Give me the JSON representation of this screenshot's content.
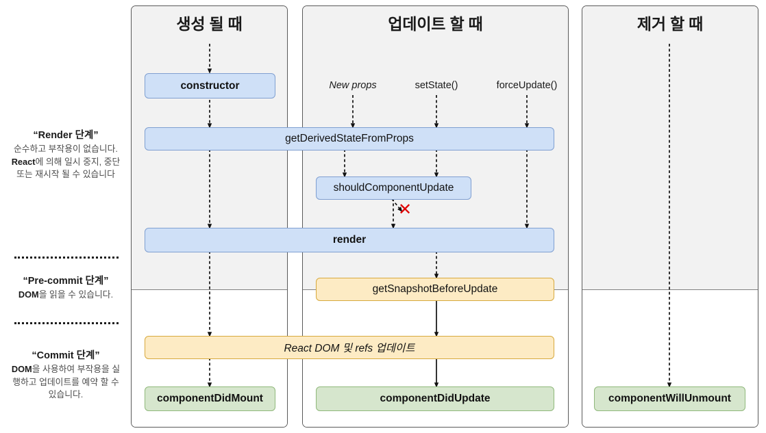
{
  "diagram": {
    "title": "React Lifecycle Methods Diagram (Korean)",
    "background": "#ffffff",
    "colors": {
      "render_phase_blue_fill": "#cfe0f7",
      "render_phase_blue_border": "#7f9fd1",
      "commit_phase_orange_fill": "#fdebc4",
      "commit_phase_orange_border": "#d7a93d",
      "commit_phase_green_fill": "#d6e6cd",
      "commit_phase_green_border": "#8fb87a",
      "column_top_fill": "#f2f2f2",
      "column_bottom_fill": "#ffffff",
      "column_border": "#595959",
      "abort_marker": "#e00000"
    }
  },
  "columns": [
    {
      "id": "mounting",
      "title": "생성 될 때"
    },
    {
      "id": "updating",
      "title": "업데이트 할 때"
    },
    {
      "id": "unmounting",
      "title": "제거 할 때"
    }
  ],
  "phases": [
    {
      "id": "render",
      "title": "“Render 단계”",
      "description_lead": "순수하고 부작용이 없습니다. ",
      "description_strong": "React",
      "description_tail": "에 의해 일시 중지, 중단 또는 재시작 될 수 있습니다"
    },
    {
      "id": "pre-commit",
      "title": "“Pre-commit 단계”",
      "description_strong": "DOM",
      "description_tail": "을 읽을 수 있습니다."
    },
    {
      "id": "commit",
      "title": "“Commit 단계”",
      "description_strong": "DOM",
      "description_tail": "을 사용하여 부작용을 실행하고 업데이트를 예약 할 수 있습니다."
    }
  ],
  "triggers": [
    {
      "id": "new-props",
      "label": "New props",
      "style": "italic"
    },
    {
      "id": "set-state",
      "label": "setState()",
      "style": "normal"
    },
    {
      "id": "force-update",
      "label": "forceUpdate()",
      "style": "normal"
    }
  ],
  "nodes": [
    {
      "id": "constructor",
      "label": "constructor",
      "color": "blue",
      "weight": "bold"
    },
    {
      "id": "get-derived-state-from-props",
      "label": "getDerivedStateFromProps",
      "color": "blue",
      "weight": "normal"
    },
    {
      "id": "should-component-update",
      "label": "shouldComponentUpdate",
      "color": "blue",
      "weight": "normal"
    },
    {
      "id": "render",
      "label": "render",
      "color": "blue",
      "weight": "bold"
    },
    {
      "id": "get-snapshot-before-update",
      "label": "getSnapshotBeforeUpdate",
      "color": "orange",
      "weight": "normal"
    },
    {
      "id": "react-dom-refs-update",
      "label": "React DOM 및 refs 업데이트",
      "color": "orange",
      "weight": "italic"
    },
    {
      "id": "component-did-mount",
      "label": "componentDidMount",
      "color": "green",
      "weight": "bold"
    },
    {
      "id": "component-did-update",
      "label": "componentDidUpdate",
      "color": "green",
      "weight": "bold"
    },
    {
      "id": "component-will-unmount",
      "label": "componentWillUnmount",
      "color": "green",
      "weight": "bold"
    }
  ],
  "markers": {
    "abort_x": "✕"
  }
}
